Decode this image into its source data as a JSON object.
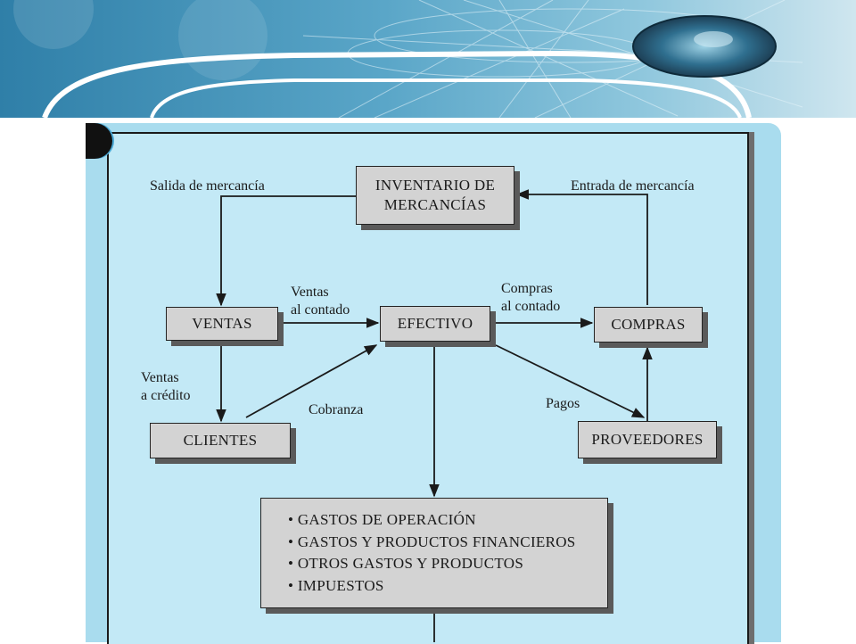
{
  "diagram": {
    "nodes": {
      "inventario": {
        "line1": "INVENTARIO DE",
        "line2": "MERCANCÍAS"
      },
      "ventas": "VENTAS",
      "efectivo": "EFECTIVO",
      "compras": "COMPRAS",
      "clientes": "CLIENTES",
      "proveedores": "PROVEEDORES",
      "gastos": [
        "GASTOS DE OPERACIÓN",
        "GASTOS Y PRODUCTOS FINANCIEROS",
        "OTROS GASTOS Y PRODUCTOS",
        "IMPUESTOS"
      ]
    },
    "edge_labels": {
      "salida": "Salida de mercancía",
      "entrada": "Entrada de mercancía",
      "ventas_contado": {
        "line1": "Ventas",
        "line2": "al contado"
      },
      "compras_contado": {
        "line1": "Compras",
        "line2": "al contado"
      },
      "ventas_credito": {
        "line1": "Ventas",
        "line2": "a crédito"
      },
      "cobranza": "Cobranza",
      "pagos": "Pagos"
    },
    "colors": {
      "panel": "#a9dcee",
      "panel_inner": "#c3e9f6",
      "box": "#d3d3d3",
      "box_shadow": "#5a5a5a",
      "banner": "#3f86ab"
    }
  }
}
